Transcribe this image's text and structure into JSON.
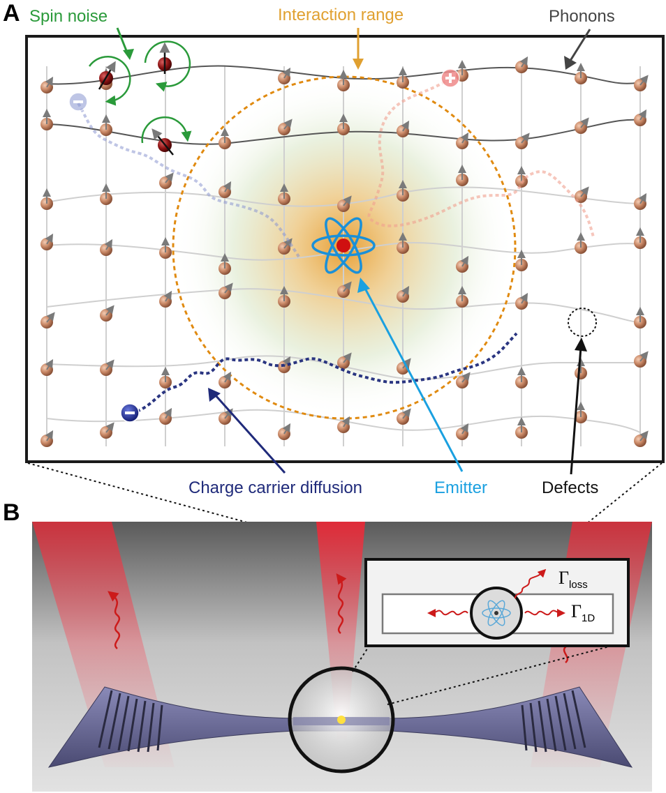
{
  "panel_a": {
    "letter": "A",
    "labels": {
      "spin_noise": "Spin noise",
      "interaction_range": "Interaction range",
      "phonons": "Phonons",
      "charge_carrier_diffusion": "Charge carrier diffusion",
      "emitter": "Emitter",
      "defects": "Defects"
    },
    "colors": {
      "spin_noise": "#2a9a3a",
      "interaction_range": "#e0a030",
      "phonons": "#444444",
      "charge_carrier": "#1f2a7a",
      "emitter": "#1aa0e0",
      "defects": "#111111",
      "atom": "#c98a6a",
      "spin_atom": "#8a1a1a"
    }
  },
  "panel_b": {
    "letter": "B",
    "gamma_loss": {
      "symbol": "Γ",
      "sub": "loss"
    },
    "gamma_1d": {
      "symbol": "Γ",
      "sub": "1D"
    },
    "colors": {
      "beam": "#ff3040",
      "waveguide": "#6a6a9a",
      "photon": "#cc1a1a"
    }
  }
}
